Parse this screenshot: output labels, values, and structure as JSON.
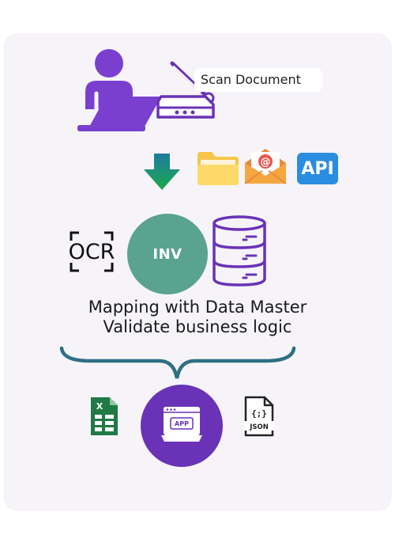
{
  "labels": {
    "scan": "Scan Document",
    "inv": "INV",
    "ocr": "OCR",
    "api": "API",
    "caption_line1": "Mapping with Data Master",
    "caption_line2": "Validate business logic",
    "app": "APP",
    "json": "JSON",
    "excel_letter": "X"
  },
  "colors": {
    "purple": "#6a32b7",
    "user_purple": "#7b3fd0",
    "teal": "#5aa390",
    "brace": "#2f6f84",
    "api_blue": "#2b8de0",
    "arrow_top": "#1e7aa0",
    "arrow_bottom": "#1aaa4a",
    "excel_green": "#1f7a45"
  },
  "icons": [
    "user-at-laptop-icon",
    "scanner-icon",
    "down-arrow-icon",
    "folder-icon",
    "email-icon",
    "api-icon",
    "ocr-icon",
    "database-icon",
    "curly-brace-icon",
    "excel-icon",
    "app-icon",
    "json-file-icon"
  ]
}
